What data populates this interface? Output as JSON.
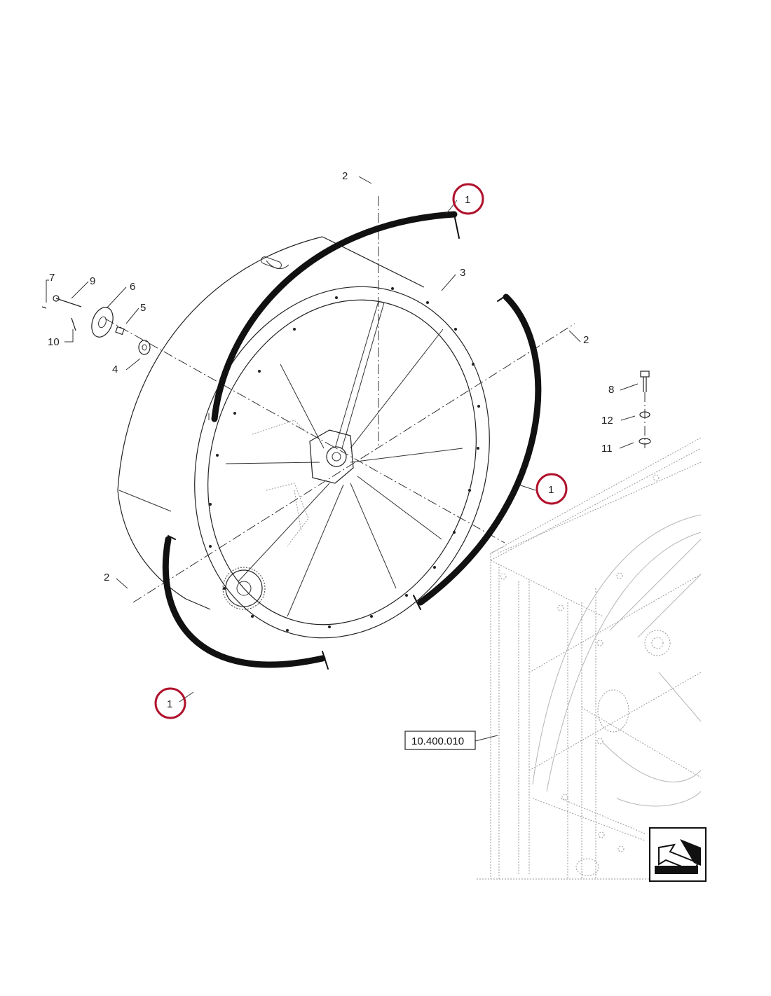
{
  "callouts": {
    "c7": "7",
    "c9": "9",
    "c6": "6",
    "c5": "5",
    "c10": "10",
    "c4": "4",
    "c2_top": "2",
    "c2_right": "2",
    "c2_left": "2",
    "c3": "3",
    "c1_top": "1",
    "c1_right": "1",
    "c1_bottom": "1",
    "c8": "8",
    "c12": "12",
    "c11": "11"
  },
  "reference_box": {
    "text": "10.400.010"
  },
  "highlight_color": "#b0112b",
  "nav_icon": "arrow-down-left-icon"
}
